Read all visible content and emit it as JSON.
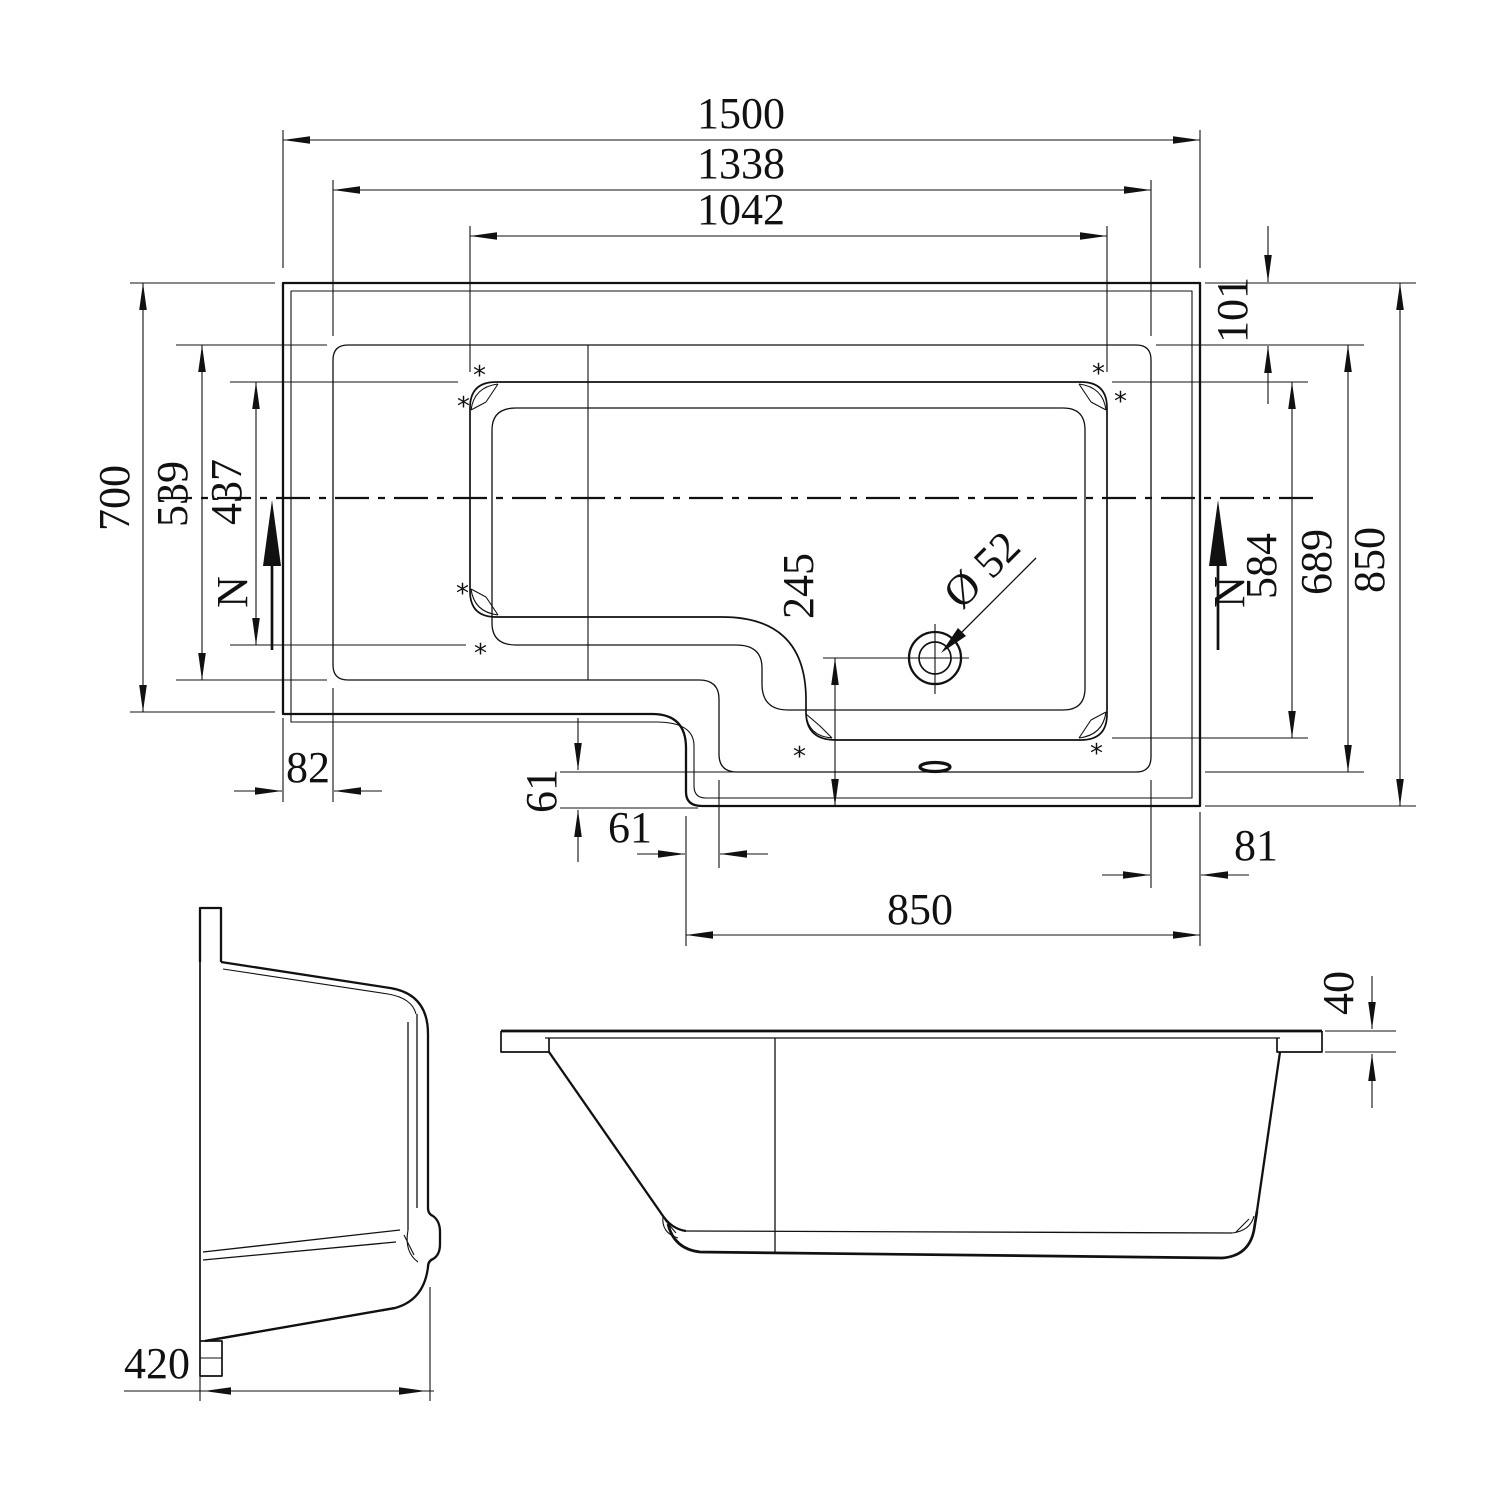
{
  "colors": {
    "ink": "#111111",
    "background": "#ffffff"
  },
  "plan": {
    "dims": {
      "overall_width": "1500",
      "rim_width": "1338",
      "basin_width": "1042",
      "left_height": "700",
      "rim_left_height": "539",
      "basin_left_height": "437",
      "rim_top_offset": "101",
      "basin_right_height": "584",
      "rim_right_height": "689",
      "overall_height": "850",
      "rim_edge_left": "82",
      "step_height": "61",
      "step_width": "61",
      "bottom_width": "850",
      "rim_edge_right": "81",
      "drain_offset": "245",
      "drain_diameter": "Ø 52"
    },
    "labels": {
      "section_left": "N",
      "section_right": "N",
      "corner_mark": "*"
    }
  },
  "end_view": {
    "dims": {
      "depth": "420"
    }
  },
  "side_view": {
    "dims": {
      "rim_thickness": "40"
    }
  }
}
